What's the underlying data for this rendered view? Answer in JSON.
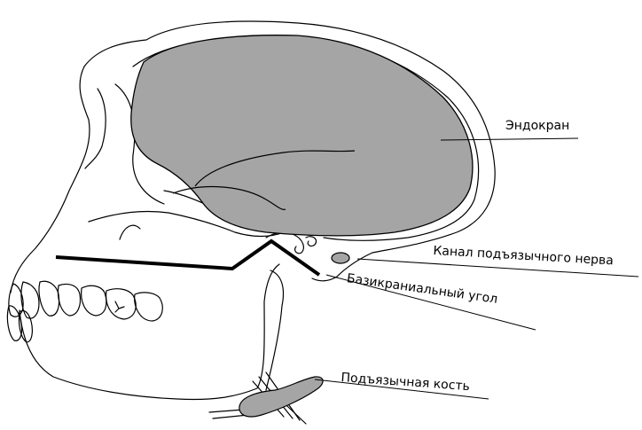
{
  "labels": {
    "endocranium": "Эндокран",
    "hypoglossal_canal": "Канал подъязычного нерва",
    "basicranial_angle": "Базикраниальный угол",
    "hyoid_bone": "Подъязычная кость"
  },
  "colors": {
    "line": "#000000",
    "fill": "#a5a5a5",
    "background": "#ffffff"
  }
}
